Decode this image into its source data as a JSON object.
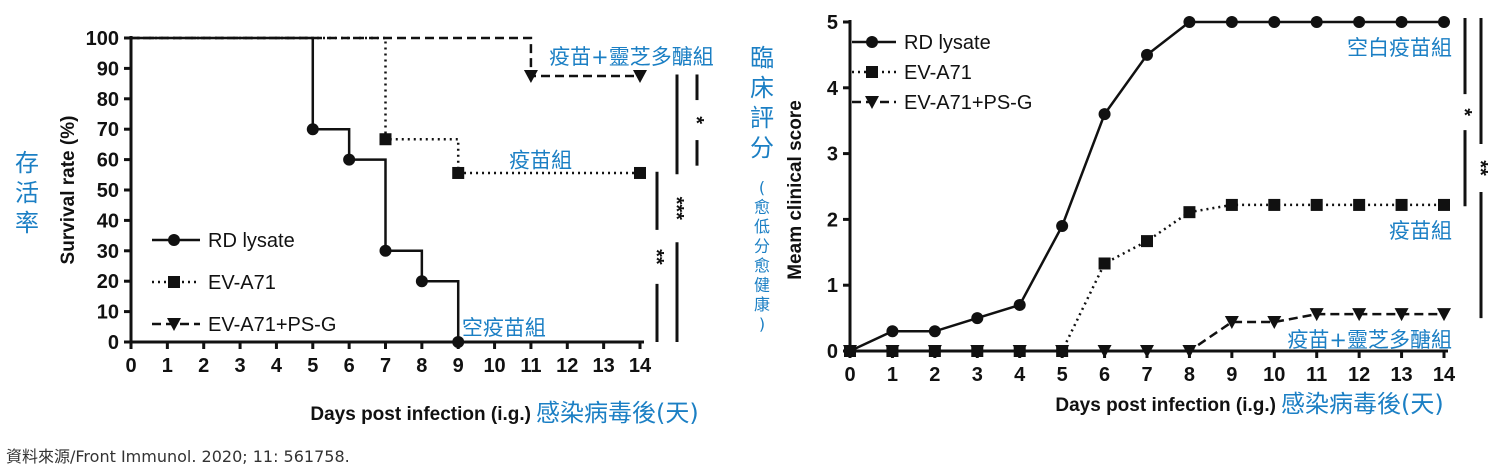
{
  "source_note": "資料來源/Front Immunol. 2020; 11: 561758.",
  "chart_data": [
    {
      "type": "line",
      "subtype": "step",
      "ylabel": "Survival rate (%)",
      "ylabel_cjk": [
        "存",
        "活",
        "率"
      ],
      "xlabel": "Days post infection (i.g.)",
      "xlabel_cjk": "感染病毒後(天)",
      "xlim": [
        0,
        14
      ],
      "ylim": [
        0,
        100
      ],
      "x_ticks": [
        0,
        1,
        2,
        3,
        4,
        5,
        6,
        7,
        8,
        9,
        10,
        11,
        12,
        13,
        14
      ],
      "y_ticks": [
        0,
        10,
        20,
        30,
        40,
        50,
        60,
        70,
        80,
        90,
        100
      ],
      "legend": {
        "position": "bottom-left"
      },
      "series": [
        {
          "name": "RD lysate",
          "marker": "circle",
          "line": "solid",
          "steps": [
            [
              0,
              100
            ],
            [
              5,
              100
            ],
            [
              5,
              70
            ],
            [
              6,
              70
            ],
            [
              6,
              60
            ],
            [
              7,
              60
            ],
            [
              7,
              30
            ],
            [
              8,
              30
            ],
            [
              8,
              20
            ],
            [
              9,
              20
            ],
            [
              9,
              0
            ]
          ],
          "points": [
            [
              5,
              70
            ],
            [
              6,
              60
            ],
            [
              7,
              30
            ],
            [
              8,
              20
            ],
            [
              9,
              0
            ]
          ]
        },
        {
          "name": "EV-A71",
          "marker": "square",
          "line": "dotted",
          "steps": [
            [
              0,
              100
            ],
            [
              7,
              100
            ],
            [
              7,
              66.7
            ],
            [
              9,
              66.7
            ],
            [
              9,
              55.6
            ],
            [
              14,
              55.6
            ]
          ],
          "points": [
            [
              7,
              66.7
            ],
            [
              9,
              55.6
            ],
            [
              14,
              55.6
            ]
          ]
        },
        {
          "name": "EV-A71+PS-G",
          "marker": "triangle-down",
          "line": "dashed",
          "steps": [
            [
              0,
              100
            ],
            [
              11,
              100
            ],
            [
              11,
              87.5
            ],
            [
              14,
              87.5
            ]
          ],
          "points": [
            [
              11,
              87.5
            ],
            [
              14,
              87.5
            ]
          ]
        }
      ],
      "annotations": [
        {
          "text": "疫苗+靈芝多醣組",
          "x": 11.5,
          "y": 94
        },
        {
          "text": "疫苗組",
          "x": 10.4,
          "y": 60
        },
        {
          "text": "空疫苗組",
          "x": 9.1,
          "y": 5
        }
      ],
      "significance": [
        {
          "label": "*",
          "y_range": [
            58,
            88
          ]
        },
        {
          "label": "***",
          "y_range": [
            0,
            88
          ]
        },
        {
          "label": "**",
          "y_range": [
            0,
            56
          ]
        }
      ]
    },
    {
      "type": "line",
      "ylabel": "Meam clinical score",
      "ylabel_cjk": [
        "臨",
        "床",
        "評",
        "分"
      ],
      "ylabel_cjk_note": [
        "(",
        "愈",
        "低",
        "分",
        "愈",
        "健",
        "康",
        ")"
      ],
      "xlabel": "Days post infection (i.g.)",
      "xlabel_cjk": "感染病毒後(天)",
      "xlim": [
        0,
        14
      ],
      "ylim": [
        0,
        5
      ],
      "x_ticks": [
        0,
        1,
        2,
        3,
        4,
        5,
        6,
        7,
        8,
        9,
        10,
        11,
        12,
        13,
        14
      ],
      "y_ticks": [
        0,
        1,
        2,
        3,
        4,
        5
      ],
      "legend": {
        "position": "top-left"
      },
      "x": [
        0,
        1,
        2,
        3,
        4,
        5,
        6,
        7,
        8,
        9,
        10,
        11,
        12,
        13,
        14
      ],
      "series": [
        {
          "name": "RD lysate",
          "marker": "circle",
          "line": "solid",
          "values": [
            0,
            0.3,
            0.3,
            0.5,
            0.7,
            1.9,
            3.6,
            4.5,
            5,
            5,
            5,
            5,
            5,
            5,
            5
          ]
        },
        {
          "name": "EV-A71",
          "marker": "square",
          "line": "dotted",
          "values": [
            0,
            0,
            0,
            0,
            0,
            0,
            1.33,
            1.67,
            2.11,
            2.22,
            2.22,
            2.22,
            2.22,
            2.22,
            2.22
          ]
        },
        {
          "name": "EV-A71+PS-G",
          "marker": "triangle-down",
          "line": "dashed",
          "values": [
            0,
            0,
            0,
            0,
            0,
            0,
            0,
            0,
            0,
            0.44,
            0.44,
            0.56,
            0.56,
            0.56,
            0.56
          ]
        }
      ],
      "annotations": [
        {
          "text": "空白疫苗組",
          "x": 14,
          "y": 5
        },
        {
          "text": "疫苗組",
          "x": 14,
          "y": 2.22
        },
        {
          "text": "疫苗+靈芝多醣組",
          "x": 14,
          "y": 0.56
        }
      ],
      "significance": [
        {
          "label": "*",
          "y_range": [
            2.2,
            5
          ]
        },
        {
          "label": "**",
          "y_range": [
            0.5,
            5
          ]
        }
      ]
    }
  ]
}
